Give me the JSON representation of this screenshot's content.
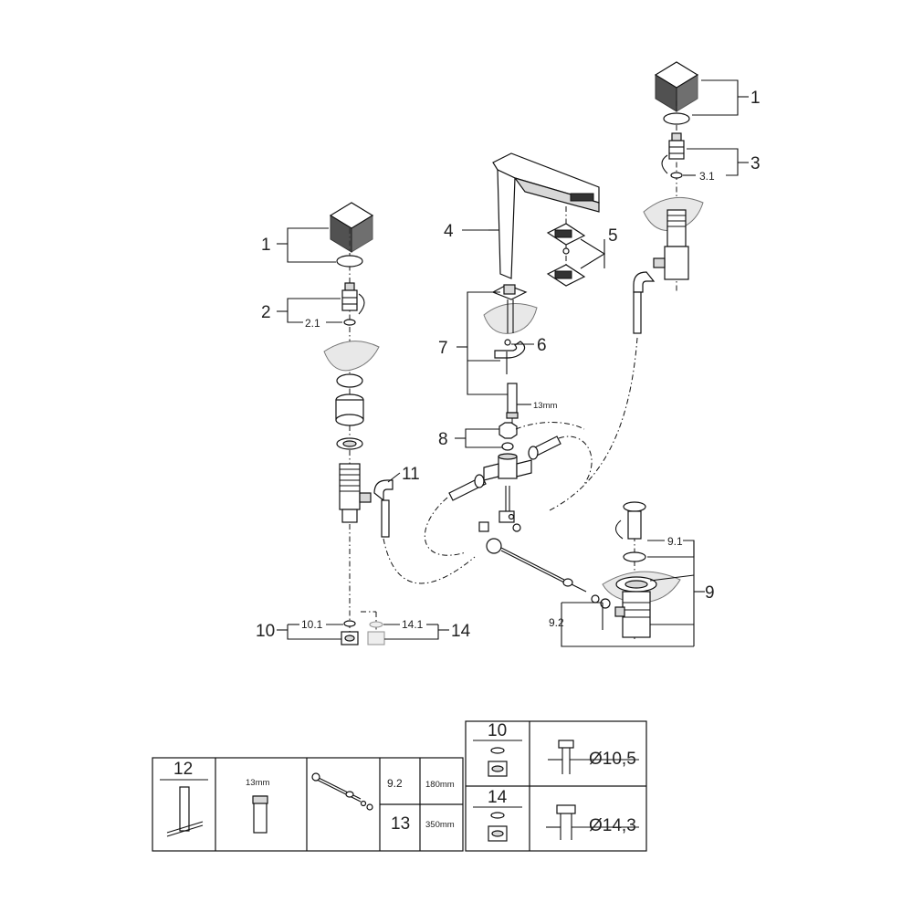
{
  "callouts": {
    "c1": "1",
    "c2": "2",
    "c2_1": "2.1",
    "c3": "3",
    "c3_1": "3.1",
    "c4": "4",
    "c5": "5",
    "c6": "6",
    "c7": "7",
    "c8": "8",
    "c9": "9",
    "c9_1": "9.1",
    "c9_2": "9.2",
    "c10": "10",
    "c10_1": "10.1",
    "c11": "11",
    "c14": "14",
    "c14_1": "14.1",
    "dim13": "13mm"
  },
  "table": {
    "c12": "12",
    "socket": "13mm",
    "rows": [
      {
        "id": "9.2",
        "len": "180mm"
      },
      {
        "id": "13",
        "len": "350mm"
      }
    ],
    "nuts": [
      {
        "id": "10",
        "dia": "Ø10,5"
      },
      {
        "id": "14",
        "dia": "Ø14,3"
      }
    ]
  }
}
